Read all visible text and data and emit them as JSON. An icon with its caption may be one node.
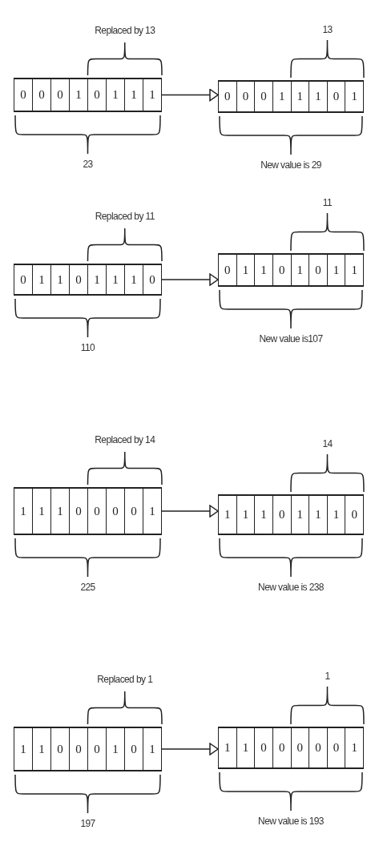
{
  "diagram": {
    "nodes": [
      {
        "text": [
          "0",
          "0",
          "0",
          "1",
          "0",
          "1",
          "1",
          "1"
        ]
      },
      {
        "text": [
          "0",
          "0",
          "0",
          "1",
          "1",
          "1",
          "0",
          "1"
        ]
      },
      {
        "text": [
          "0",
          "1",
          "1",
          "0",
          "1",
          "1",
          "1",
          "0"
        ]
      },
      {
        "text": [
          "0",
          "1",
          "1",
          "0",
          "1",
          "0",
          "1",
          "1"
        ]
      },
      {
        "text": [
          "1",
          "1",
          "1",
          "0",
          "0",
          "0",
          "0",
          "1"
        ]
      },
      {
        "text": [
          "1",
          "1",
          "1",
          "0",
          "1",
          "1",
          "1",
          "0"
        ]
      },
      {
        "text": [
          "1",
          "1",
          "0",
          "0",
          "0",
          "1",
          "0",
          "1"
        ]
      },
      {
        "text": [
          "1",
          "1",
          "0",
          "0",
          "0",
          "0",
          "0",
          "1"
        ]
      }
    ],
    "edges": [
      {
        "from": 0,
        "to": 1,
        "arrow": "to"
      },
      {
        "from": 2,
        "to": 3,
        "arrow": "to"
      },
      {
        "from": 4,
        "to": 5,
        "arrow": "to"
      },
      {
        "from": 6,
        "to": 7,
        "arrow": "to"
      }
    ],
    "labels": [
      "Replaced by 13",
      "13",
      "23",
      "New value is 29",
      "Replaced by 11",
      "11",
      "110",
      "New value is107",
      "Replaced by 14",
      "14",
      "225",
      "New value is 238",
      "Replaced by 1",
      "1",
      "197",
      "New value is 193"
    ]
  }
}
